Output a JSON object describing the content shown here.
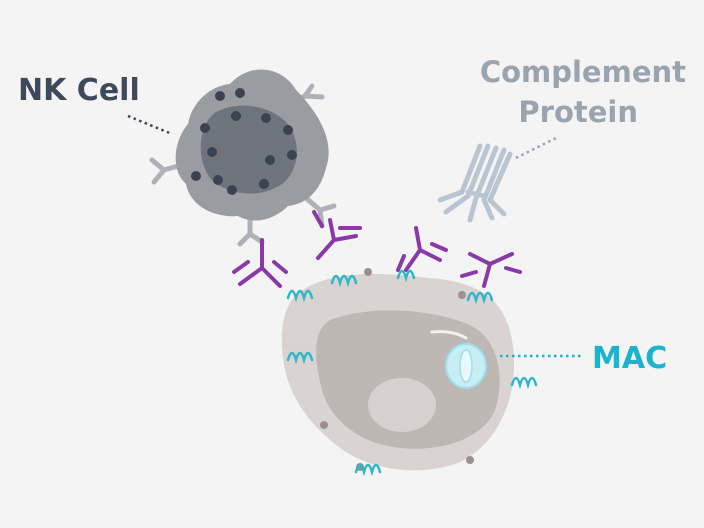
{
  "labels": {
    "nk_cell": "NK Cell",
    "complement_line1": "Complement",
    "complement_line2": "Protein",
    "mac": "MAC"
  },
  "colors": {
    "background": "#f4f4f5",
    "nk_label": "#3d4a5c",
    "complement_label": "#9aa4ae",
    "mac_label": "#1cb4cc",
    "antibody": "#8a3aa6",
    "antigen": "#2fb6c9",
    "nk_outer": "#9a9ca1",
    "nk_inner": "#6e747b",
    "nk_granule": "#3a4350",
    "target_outer": "#d9d4d2",
    "target_nucleus": "#bfb7b4",
    "complement": "#b9c6d1",
    "mac_pore": "#c6eef4"
  }
}
